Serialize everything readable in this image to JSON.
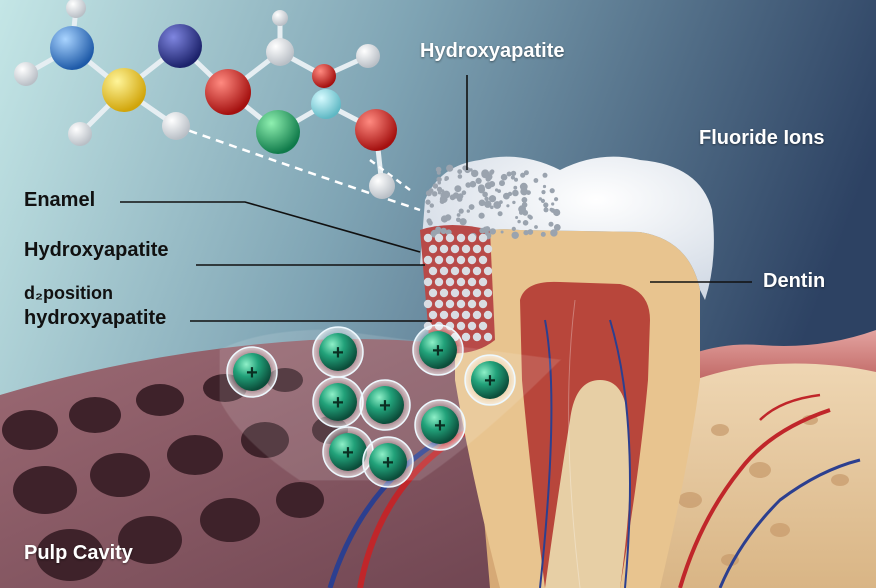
{
  "labels": {
    "hydroxyapatite_top": "Hydroxyapatite",
    "fluoride_ions": "Fluoride Ions",
    "enamel": "Enamel",
    "hydroxyapatite_left": "Hydroxyapatite",
    "deposition_line1": "d₂position",
    "deposition_line2": "hydroxyapatite",
    "dentin": "Dentin",
    "pulp_cavity": "Pulp Cavity"
  },
  "ion_symbol": "+",
  "colors": {
    "bg_light": "#b9dde0",
    "bg_dark": "#2e4566",
    "enamel": "#f1f4f8",
    "dentin": "#e8c48f",
    "pulp": "#b8463b",
    "fluoride_ion": "#1f9a73",
    "blood_vessel_red": "#c0262a",
    "blood_vessel_blue": "#2c3f8f"
  }
}
